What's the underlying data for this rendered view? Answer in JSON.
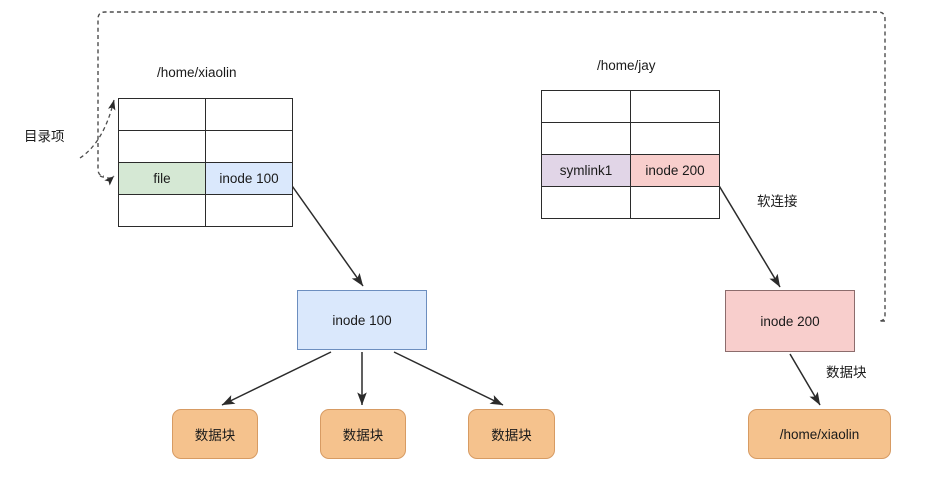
{
  "diagram": {
    "title_left": "/home/xiaolin",
    "title_right": "/home/jay",
    "label_dirent": "目录项",
    "label_symlink": "软连接",
    "label_datablock_right": "数据块"
  },
  "left_table": {
    "caption": "/home/xiaolin",
    "rows": [
      {
        "name": "",
        "inode": ""
      },
      {
        "name": "",
        "inode": ""
      },
      {
        "name": "file",
        "inode": "inode 100",
        "highlight": true
      },
      {
        "name": "",
        "inode": ""
      }
    ]
  },
  "right_table": {
    "caption": "/home/jay",
    "rows": [
      {
        "name": "",
        "inode": ""
      },
      {
        "name": "",
        "inode": ""
      },
      {
        "name": "symlink1",
        "inode": "inode 200",
        "highlight": true
      },
      {
        "name": "",
        "inode": ""
      }
    ]
  },
  "nodes": {
    "inode100": "inode 100",
    "inode200": "inode 200",
    "data_block_1": "数据块",
    "data_block_2": "数据块",
    "data_block_3": "数据块",
    "target_path": "/home/xiaolin"
  },
  "colors": {
    "green_cell": "#d5e8d4",
    "blue_cell": "#dae8fc",
    "purple_cell": "#e1d5e7",
    "red_cell": "#f8cecc",
    "orange_box": "#f5c28d",
    "orange_border": "#d79b63",
    "blue_border": "#6c8ebf",
    "stroke": "#2b2b2b",
    "background": "#ffffff"
  }
}
